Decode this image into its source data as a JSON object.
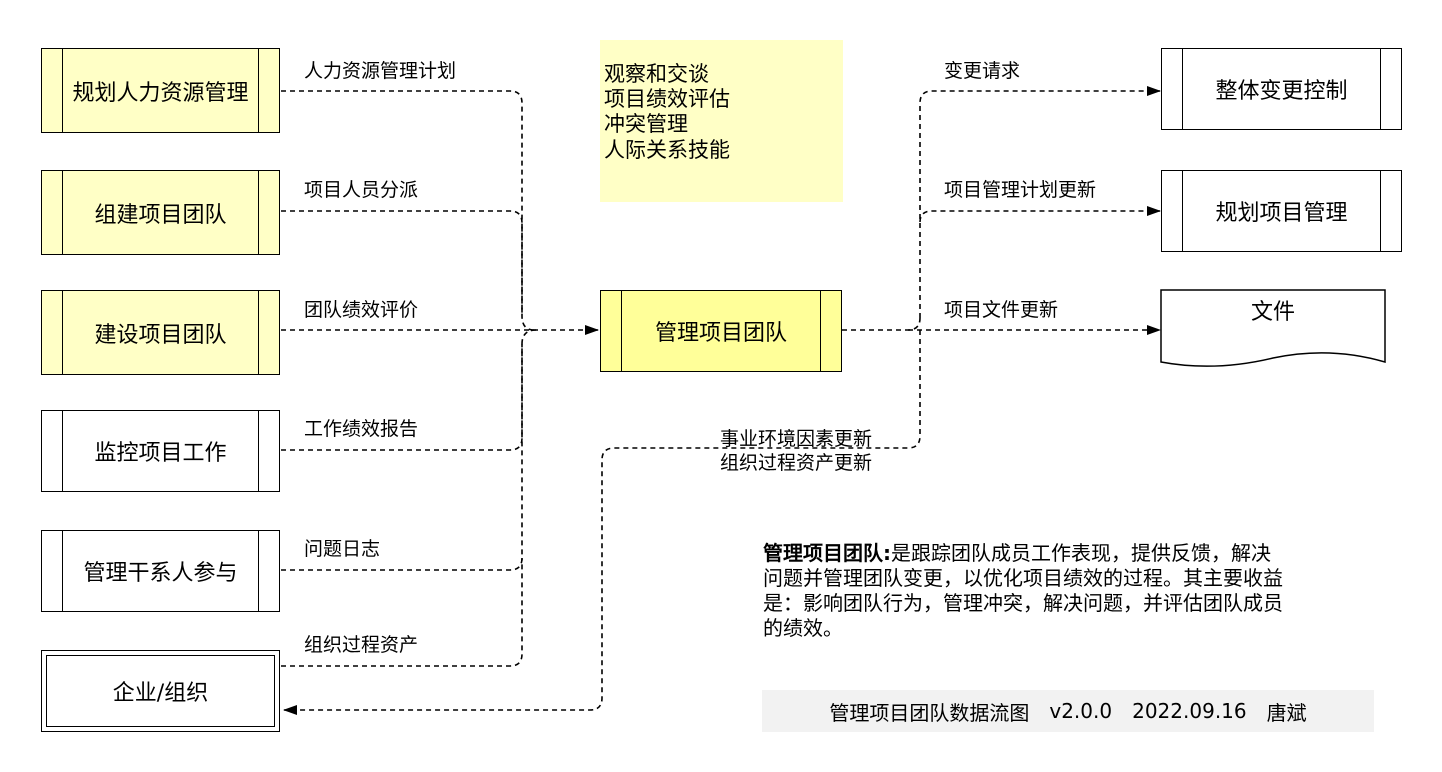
{
  "inputs": [
    {
      "process": "规划人力资源管理",
      "flow": "人力资源管理计划"
    },
    {
      "process": "组建项目团队",
      "flow": "项目人员分派"
    },
    {
      "process": "建设项目团队",
      "flow": "团队绩效评价"
    },
    {
      "process": "监控项目工作",
      "flow": "工作绩效报告"
    },
    {
      "process": "管理干系人参与",
      "flow": "问题日志"
    },
    {
      "process": "企业/组织",
      "flow": "组织过程资产"
    }
  ],
  "tools": [
    "观察和交谈",
    "项目绩效评估",
    "冲突管理",
    "人际关系技能"
  ],
  "center_process": "管理项目团队",
  "outputs": [
    {
      "target": "整体变更控制",
      "flow": "变更请求"
    },
    {
      "target": "规划项目管理",
      "flow": "项目管理计划更新"
    },
    {
      "target": "文件",
      "flow": "项目文件更新"
    }
  ],
  "feedback_flow": [
    "事业环境因素更新",
    "组织过程资产更新"
  ],
  "description": {
    "title": "管理项目团队:",
    "line1": "是跟踪团队成员工作表现，提供反馈，解决",
    "line2": "问题并管理团队变更，以优化项目绩效的过程。其主要收益",
    "line3": "是：影响团队行为，管理冲突，解决问题，并评估团队成员",
    "line4": "的绩效。"
  },
  "footer": {
    "name": "管理项目团队数据流图",
    "version": "v2.0.0",
    "date": "2022.09.16",
    "author": "唐斌"
  },
  "colors": {
    "input_box": "#ffffc6",
    "center_box": "#ffff99",
    "tools_bg": "#ffffc6",
    "footer_bg": "#f2f2f2"
  }
}
